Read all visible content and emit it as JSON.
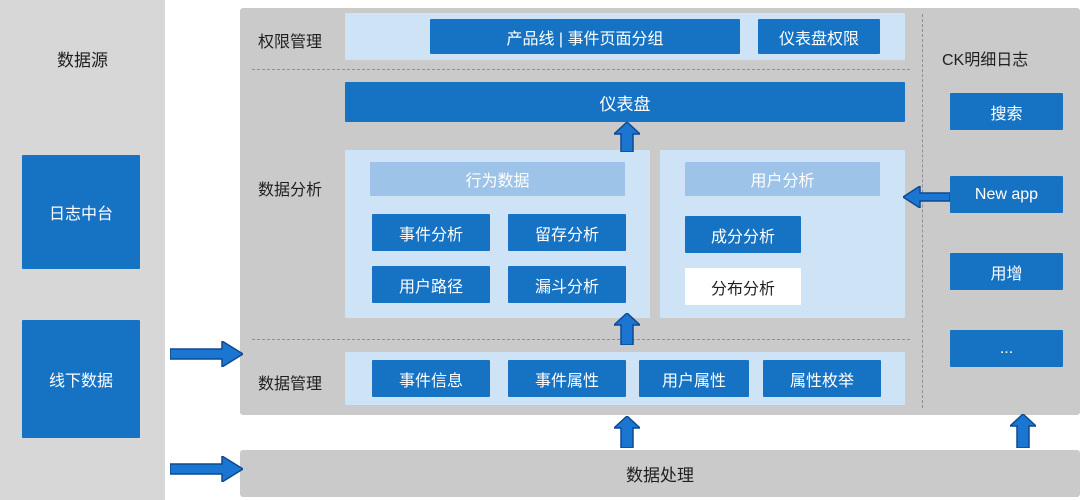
{
  "source": {
    "title": "数据源",
    "items": [
      "日志中台",
      "线下数据"
    ]
  },
  "permission": {
    "label": "权限管理",
    "boxes": [
      "产品线 | 事件页面分组",
      "仪表盘权限"
    ]
  },
  "analysis": {
    "label": "数据分析",
    "dashboard": "仪表盘",
    "behavior": {
      "header": "行为数据",
      "boxes": [
        "事件分析",
        "留存分析",
        "用户路径",
        "漏斗分析"
      ]
    },
    "user": {
      "header": "用户分析",
      "boxes": [
        "成分分析",
        "分布分析"
      ]
    }
  },
  "management": {
    "label": "数据管理",
    "boxes": [
      "事件信息",
      "事件属性",
      "用户属性",
      "属性枚举"
    ]
  },
  "right": {
    "title": "CK明细日志",
    "items": [
      "搜索",
      "New app",
      "用增",
      "..."
    ]
  },
  "bottom": {
    "label": "数据处理"
  },
  "colors": {
    "primary_blue": "#1673c4",
    "light_blue_panel": "#cfe3f7",
    "header_blue": "#9dc3e8",
    "panel_gray": "#cacaca",
    "left_column_gray": "#d7d7d7",
    "arrow_fill": "#1b76d2",
    "arrow_stroke": "#0d4a8f"
  }
}
